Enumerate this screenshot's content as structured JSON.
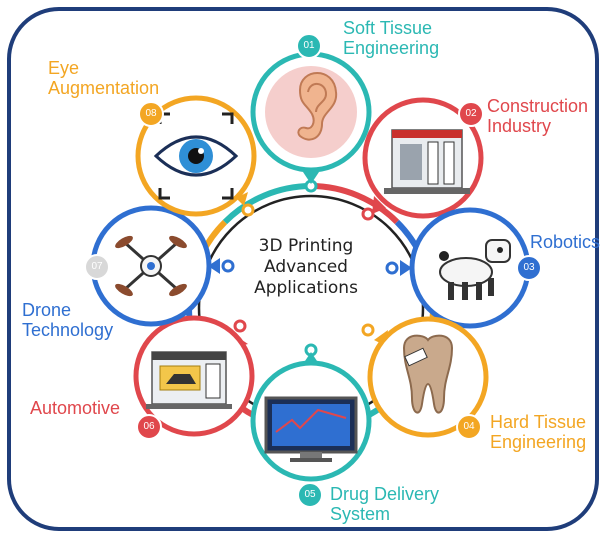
{
  "center": {
    "line1": "3D Printing",
    "line2": "Advanced",
    "line3": "Applications"
  },
  "items": [
    {
      "num": "01",
      "line1": "Soft Tissue",
      "line2": "Engineering",
      "color": "#2bb8b3",
      "icon": "ear-icon"
    },
    {
      "num": "02",
      "line1": "Construction",
      "line2": "Industry",
      "color": "#e0474c",
      "icon": "construction-printer-icon"
    },
    {
      "num": "03",
      "line1": "Robotics",
      "line2": "",
      "color": "#2f6fd1",
      "icon": "robot-dog-icon"
    },
    {
      "num": "04",
      "line1": "Hard Tissue",
      "line2": "Engineering",
      "color": "#f3a623",
      "icon": "tooth-icon"
    },
    {
      "num": "05",
      "line1": "Drug Delivery",
      "line2": "System",
      "color": "#2bb8b3",
      "icon": "monitor-icon"
    },
    {
      "num": "06",
      "line1": "Automotive",
      "line2": "",
      "color": "#e0474c",
      "icon": "car-printer-icon"
    },
    {
      "num": "07",
      "line1": "Drone",
      "line2": "Technology",
      "color": "#2f6fd1",
      "icon": "drone-icon"
    },
    {
      "num": "08",
      "line1": "Eye",
      "line2": "Augmentation",
      "color": "#f3a623",
      "icon": "eye-icon"
    }
  ],
  "colors": {
    "frame": "#1f3d7a",
    "teal": "#2bb8b3",
    "red": "#e0474c",
    "blue": "#2f6fd1",
    "orange": "#f3a623"
  }
}
